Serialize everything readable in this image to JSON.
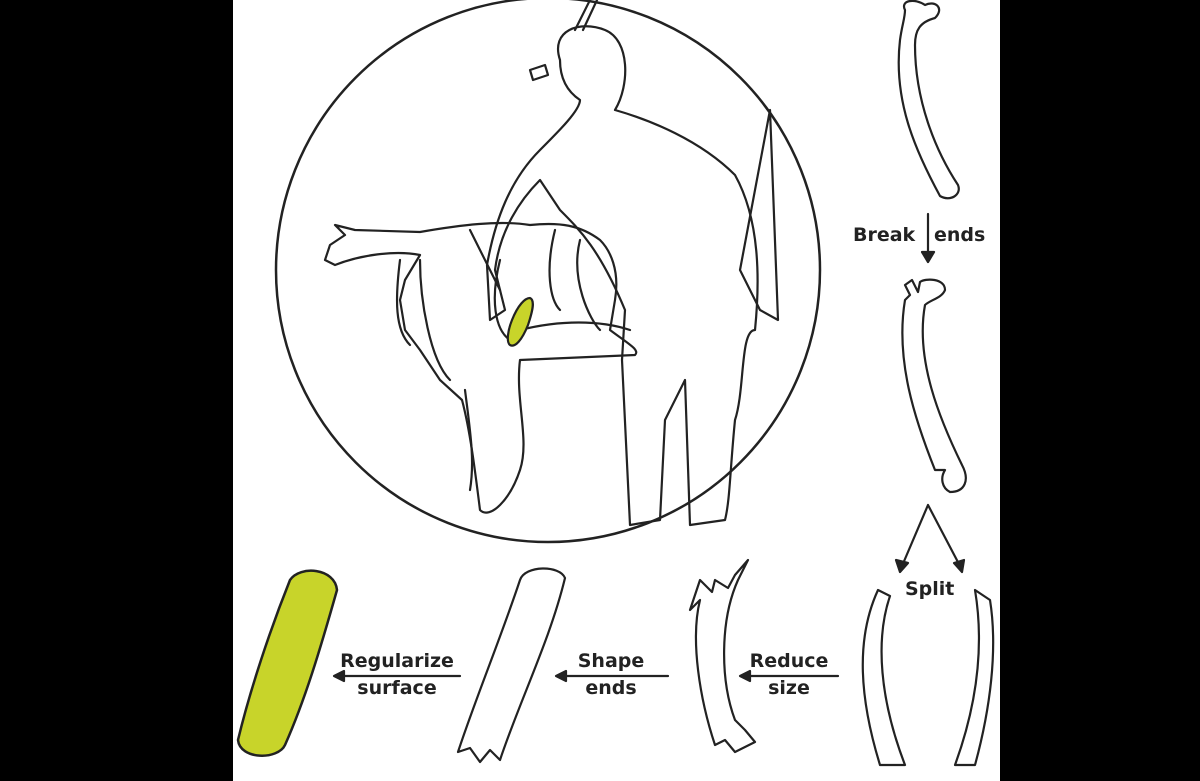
{
  "colors": {
    "highlight": "#c8d42a",
    "line": "#222222",
    "background": "#ffffff"
  },
  "steps": {
    "break_ends": {
      "word1": "Break",
      "word2": "ends"
    },
    "split": "Split",
    "reduce_size": {
      "line1": "Reduce",
      "line2": "size"
    },
    "shape_ends": {
      "line1": "Shape",
      "line2": "ends"
    },
    "regularize_surface": {
      "line1": "Regularize",
      "line2": "surface"
    }
  }
}
